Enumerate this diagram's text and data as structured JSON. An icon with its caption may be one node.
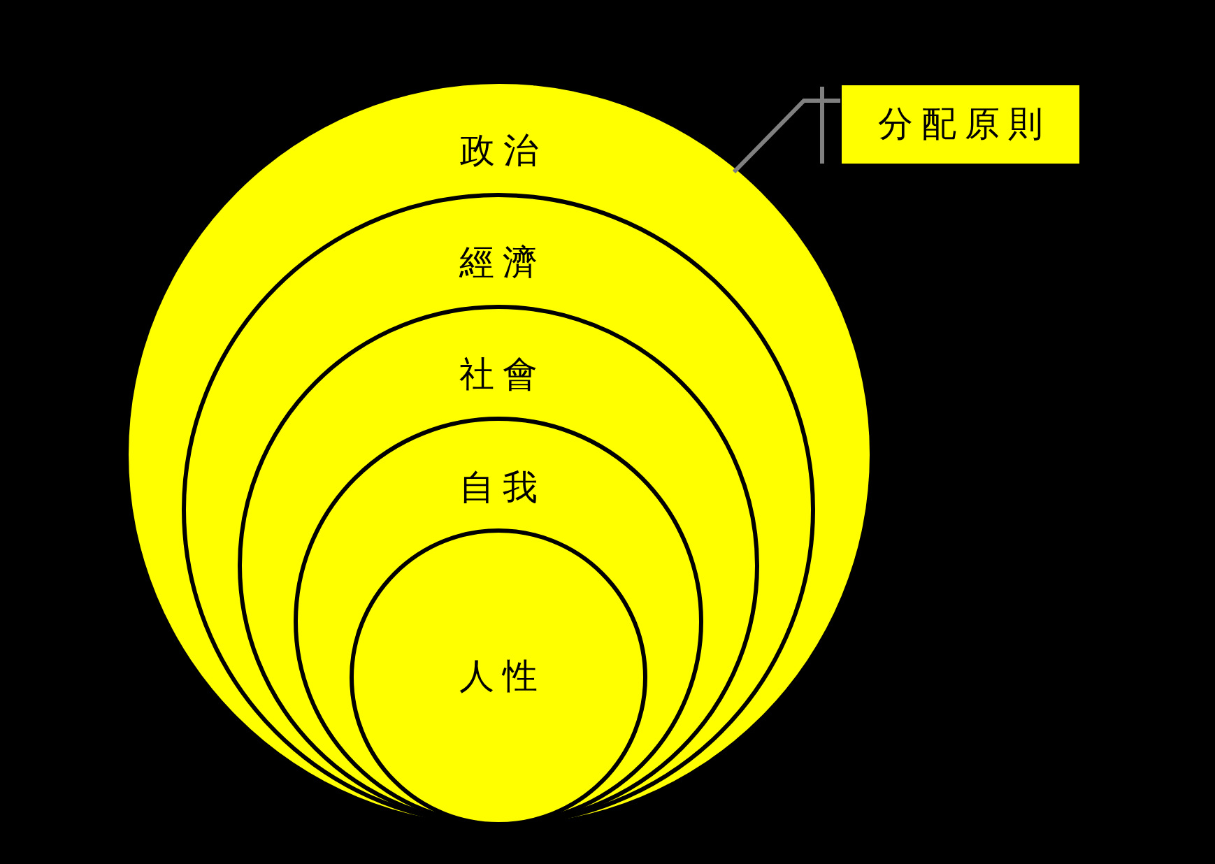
{
  "diagram": {
    "nodes": [
      {
        "text": [
          "政治"
        ]
      },
      {
        "text": [
          "經濟"
        ],
        "in": 0
      },
      {
        "text": [
          "社會"
        ],
        "in": 1
      },
      {
        "text": [
          "自我"
        ],
        "in": 2
      },
      {
        "text": [
          "人性"
        ],
        "in": 3
      },
      {
        "text": [
          "分配原則"
        ]
      }
    ],
    "edges": [
      {
        "from": 5,
        "to": 0,
        "arrow": "none"
      }
    ]
  }
}
